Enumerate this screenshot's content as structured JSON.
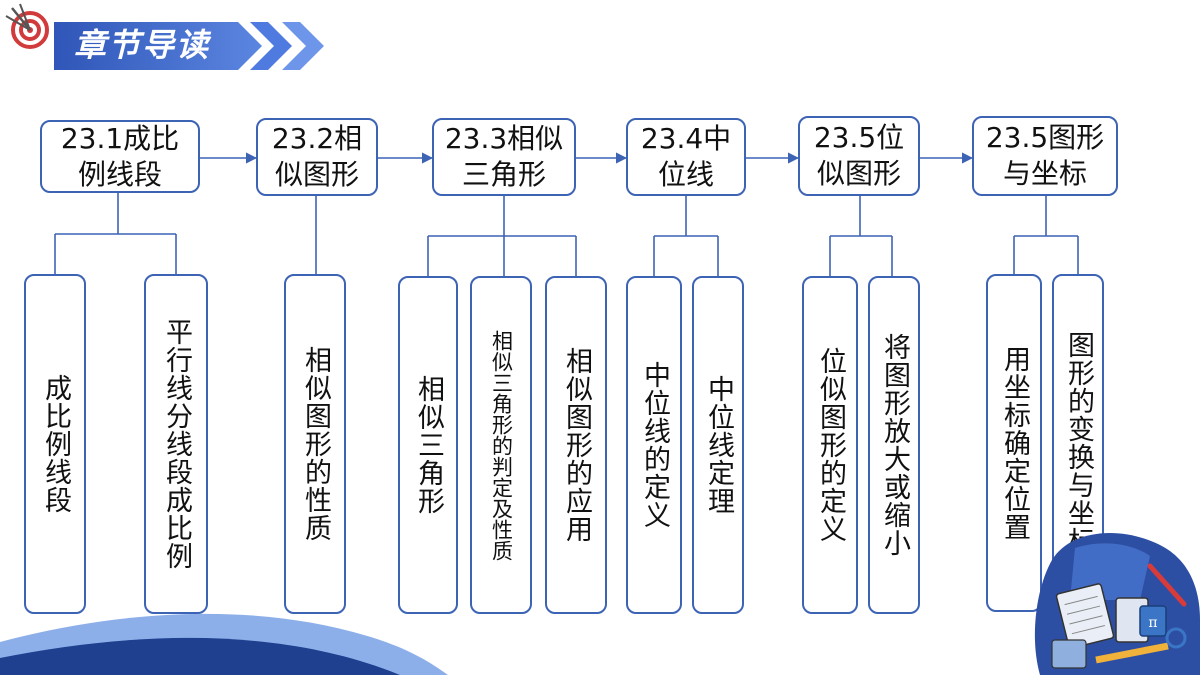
{
  "header": {
    "title": "章节导读"
  },
  "chapters": [
    {
      "label": "23.1成比例线段",
      "topics": [
        "成比例线段",
        "平行线分线段成比例"
      ]
    },
    {
      "label": "23.2相似图形",
      "topics": [
        "相似图形的性质"
      ]
    },
    {
      "label": "23.3相似三角形",
      "topics": [
        "相似三角形",
        "相似三角形的判定及性质",
        "相似图形的应用"
      ]
    },
    {
      "label": "23.4中位线",
      "topics": [
        "中位线的定义",
        "中位线定理"
      ]
    },
    {
      "label": "23.5位似图形",
      "topics": [
        "位似图形的定义",
        "将图形放大或缩小"
      ]
    },
    {
      "label": "23.5图形与坐标",
      "topics": [
        "用坐标确定位置",
        "图形的变换与坐标"
      ]
    }
  ],
  "decor": {
    "pi_symbol": "π"
  },
  "colors": {
    "primary": "#3d63b5",
    "banner": "#3f67c9",
    "wave_dark": "#1f3f8f",
    "wave_light": "#7fa6e8"
  }
}
